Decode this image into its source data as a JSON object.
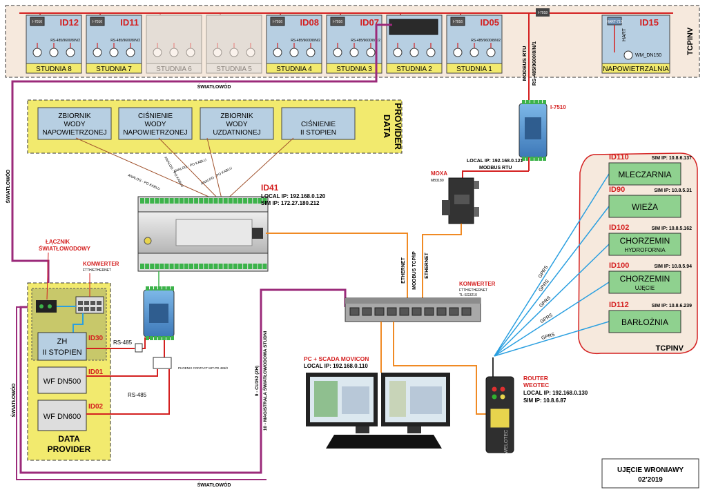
{
  "top_panel_label": "TCPINV",
  "wells": [
    {
      "id": "ID12",
      "device": "I-7016",
      "link": "RS-485/9600/8/N/2",
      "name": "STUDNIA 8",
      "active": true
    },
    {
      "id": "ID11",
      "device": "I-7016",
      "link": "RS-485/9600/8/N/2",
      "name": "STUDNIA 7",
      "active": true
    },
    {
      "id": "",
      "device": "",
      "link": "",
      "name": "STUDNIA 6",
      "active": false
    },
    {
      "id": "",
      "device": "",
      "link": "",
      "name": "STUDNIA 5",
      "active": false
    },
    {
      "id": "ID08",
      "device": "I-7016",
      "link": "RS-485/9600/8/N/2",
      "name": "STUDNIA 4",
      "active": true
    },
    {
      "id": "ID07",
      "device": "I-7016",
      "link": "RS-485/9600/8/N/2",
      "name": "STUDNIA 3",
      "active": true
    },
    {
      "id": "",
      "device": "",
      "link": "",
      "name": "STUDNIA 2",
      "active": true
    },
    {
      "id": "ID05",
      "device": "I-7016",
      "link": "RS-485/9600/8/N/2",
      "name": "STUDNIA 1",
      "active": true
    }
  ],
  "aerator": {
    "id": "ID15",
    "device": "HART-710",
    "link": "HART",
    "meter": "WM_DN150",
    "name": "NAPOWIETRZALNIA"
  },
  "bus_device_label": "I-7018",
  "modbus_rtu_label_1": "MODBUS RTU",
  "modbus_rtu_label_2": "RS-485/9600/8/N/1",
  "fiber_label": "ŚWIATŁOWÓD",
  "data_provider_top": {
    "title_1": "DATA",
    "title_2": "PROVIDER",
    "boxes": [
      [
        "ZBIORNIK",
        "WODY",
        "NAPOWIETRZONEJ"
      ],
      [
        "CIŚNIENIE",
        "WODY",
        "NAPOWIETRZONEJ"
      ],
      [
        "ZBIORNIK",
        "WODY",
        "UZDATNIONEJ"
      ],
      [
        "CIŚNIENIE",
        "II STOPIEN"
      ]
    ],
    "cable_label": "ANALOG - PO KABLU"
  },
  "i7510": {
    "label": "I-7510",
    "local_ip": "LOCAL IP: 192.168.0.121",
    "protocol": "MODBUS RTU"
  },
  "moxa": {
    "label": "MOXA",
    "model": "MB3180"
  },
  "plc": {
    "id": "ID41",
    "local_ip": "LOCAL IP: 192.168.0.120",
    "sim_ip": "SIM IP: 172.27.180.212"
  },
  "fiber_link": {
    "title_1": "ŁĄCZNIK",
    "title_2": "ŚWIATŁOWODOWY"
  },
  "converter_left": {
    "title": "KONWERTER",
    "sub": "FTTH/ETHERNET"
  },
  "converter_right": {
    "title": "KONWERTER",
    "sub_1": "FTTH/ETHERNET",
    "sub_2": "TL-SG3210"
  },
  "ethernet_label": "ETHERNET",
  "modbus_tcpip_label": "MODBUS TCP/IP",
  "zh": {
    "id": "ID30",
    "line_1": "ZH",
    "line_2": "II STOPIEN"
  },
  "rs485_label": "RS-485",
  "phoenix_label": "PHOENIX CONTACT MIT-PD 485/3",
  "wf_dn500": {
    "id": "ID01",
    "label": "WF DN500"
  },
  "wf_dn600": {
    "id": "ID02",
    "label": "WF DN600"
  },
  "data_provider_bottom": {
    "title_1": "DATA",
    "title_2": "PROVIDER"
  },
  "cable_label_1": "9 - CU352 (ZH)",
  "cable_label_2": "10 - MAGISTRALA ŚWIATŁOWODOWA STUDNI",
  "pc": {
    "title": "PC + SCADA MOVICON",
    "local_ip": "LOCAL IP: 192.168.0.110"
  },
  "router": {
    "title_1": "ROUTER",
    "title_2": "WEOTEC",
    "local_ip": "LOCAL IP: 192.168.0.130",
    "sim_ip": "SIM IP: 10.8.6.87",
    "brand": "WELOTEC"
  },
  "gprs_label": "GPRS",
  "remote_sites": [
    {
      "id": "ID110",
      "sim_ip": "SIM IP: 10.8.6.137",
      "name": "MLECZARNIA",
      "sub": ""
    },
    {
      "id": "ID90",
      "sim_ip": "SIM IP: 10.8.5.31",
      "name": "WIEŻA",
      "sub": ""
    },
    {
      "id": "ID102",
      "sim_ip": "SIM IP: 10.8.5.162",
      "name": "CHORZEMIN",
      "sub": "HYDROFORNIA"
    },
    {
      "id": "ID100",
      "sim_ip": "SIM IP: 10.8.5.94",
      "name": "CHORZEMIN",
      "sub": "UJĘCIE"
    },
    {
      "id": "ID112",
      "sim_ip": "SIM IP: 10.8.6.239",
      "name": "BARŁOŻNIA",
      "sub": ""
    }
  ],
  "remote_label": "TCPINV",
  "footer": {
    "line_1": "UJĘCIE WRONIAWY",
    "line_2": "02'2019"
  },
  "colors": {
    "red": "#d42020",
    "purple": "#9b2a7a",
    "blue": "#2a9fe0",
    "orange": "#f08a24",
    "brown": "#a0522d",
    "yellow": "#f2ea6e",
    "panel": "#f6e9dd",
    "box_blue": "#b7cfe2"
  }
}
